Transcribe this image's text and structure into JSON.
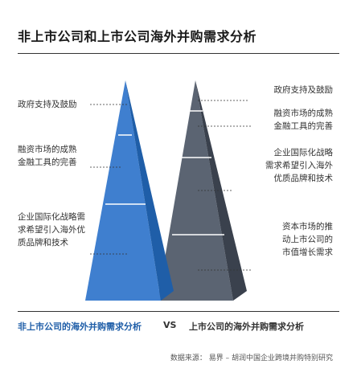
{
  "title": "非上市公司和上市公司海外并购需求分析",
  "left_pyramid": {
    "caption": "非上市公司的海外并购需求分析",
    "levels": [
      "政府支持及鼓励",
      "融资市场的成熟\n金融工具的完善",
      "企业国际化战略需\n求希望引入海外优\n质品牌和技术"
    ]
  },
  "vs": "VS",
  "right_pyramid": {
    "caption": "上市公司的海外并购需求分析",
    "levels": [
      "政府支持及鼓励",
      "融资市场的成熟\n金融工具的完善",
      "企业国际化战略\n需求希望引入海外\n优质品牌和技术",
      "资本市场的推\n动上市公司的\n市值增长需求"
    ]
  },
  "source": "数据来源：  易界 – 胡润中国企业跨境并购特别研究",
  "colors": {
    "blue_front": "#3f7fcf",
    "blue_side": "#1f5ea8",
    "gray_front": "#5b6472",
    "gray_side": "#3a414d"
  }
}
